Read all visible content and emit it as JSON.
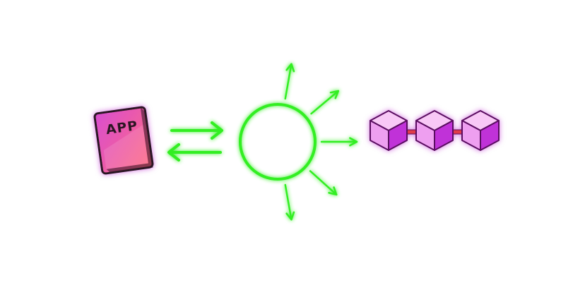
{
  "app_card": {
    "label": "APP",
    "fill_start": "#d94dd0",
    "fill_end": "#ff6a80",
    "border": "#2a1320",
    "glow": "#b000c8",
    "label_color": "#2a1320",
    "icon": "app-card-icon"
  },
  "exchange_arrows": {
    "color": "#33ee22",
    "glow": "#66ff44",
    "icon": "bidirectional-arrows-icon"
  },
  "hub": {
    "stroke": "#33ee22",
    "glow": "#66ff44",
    "icon": "hub-circle-icon"
  },
  "rays": [
    {
      "name": "ray-up",
      "angle": -80
    },
    {
      "name": "ray-upper-right",
      "angle": -40
    },
    {
      "name": "ray-right",
      "angle": 0
    },
    {
      "name": "ray-lower-right",
      "angle": 42
    },
    {
      "name": "ray-down",
      "angle": 80
    }
  ],
  "blockchain": {
    "block_count": 3,
    "top_face": "#f8c8f6",
    "left_face": "#ee9ff0",
    "right_face": "#c030d8",
    "edge": "#5a1060",
    "link_color": "#e03a4a",
    "glow": "#b000c8",
    "icon": "cube-block-icon"
  }
}
